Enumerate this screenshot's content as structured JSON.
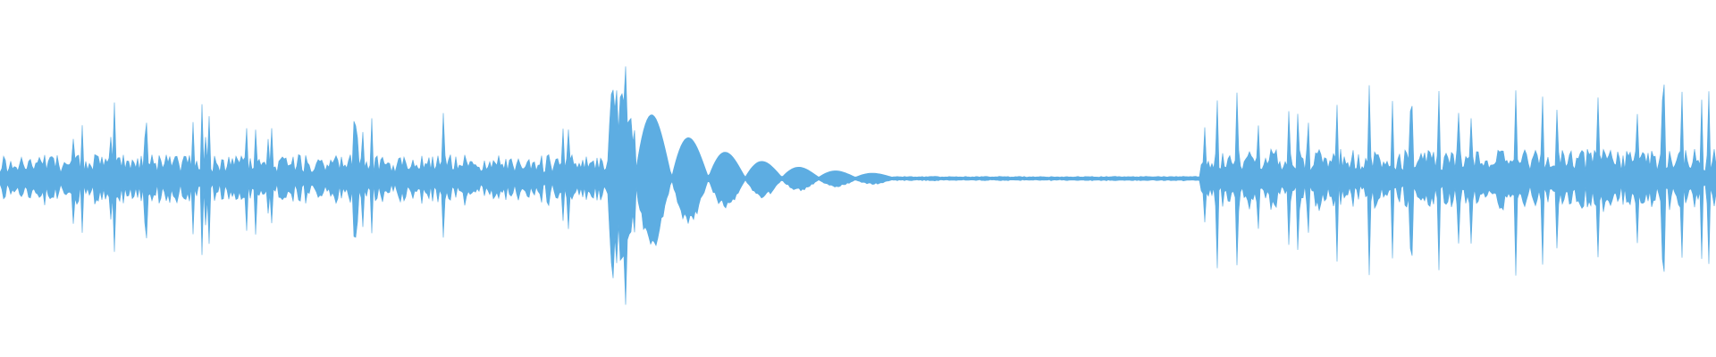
{
  "waveform": {
    "color": "#5DADE2",
    "background": "#FFFFFF",
    "segments": [
      {
        "kind": "speech",
        "from": 0.0,
        "to": 0.355,
        "level": 0.18
      },
      {
        "kind": "burst",
        "from": 0.355,
        "to": 0.37,
        "level": 0.85
      },
      {
        "kind": "tone",
        "from": 0.37,
        "to": 0.52,
        "level": 0.58
      },
      {
        "kind": "silence",
        "from": 0.52,
        "to": 0.7,
        "level": 0.01
      },
      {
        "kind": "speech",
        "from": 0.7,
        "to": 1.0,
        "level": 0.22
      }
    ]
  }
}
